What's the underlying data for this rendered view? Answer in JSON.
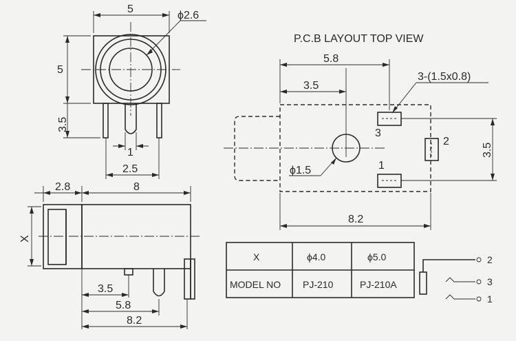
{
  "colors": {
    "ink": "#2a2a2a",
    "paper": "#f3f3f1"
  },
  "front_view": {
    "dim_width": "5",
    "dim_height": "5",
    "dim_hole": "ϕ2.6",
    "dim_pin_length": "3.5",
    "dim_pin_width": "1",
    "dim_pin_pitch": "2.5"
  },
  "side_view": {
    "dim_head": "2.8",
    "dim_length": "8",
    "dim_x": "X",
    "dim_pin1": "3.5",
    "dim_pin2": "5.8",
    "dim_pin3": "8.2"
  },
  "pcb_layout": {
    "title": "P.C.B LAYOUT  TOP VIEW",
    "dim_width": "5.8",
    "dim_hole_offset": "3.5",
    "dim_pads": "3-(1.5x0.8)",
    "dim_height": "3.5",
    "dim_hole": "ϕ1.5",
    "dim_length": "8.2",
    "pad_3": "3",
    "pad_2": "2",
    "pad_1": "1"
  },
  "table": {
    "headers": [
      "X",
      "ϕ4.0",
      "ϕ5.0"
    ],
    "row": [
      "MODEL NO",
      "PJ-210",
      "PJ-210A"
    ]
  },
  "schematic": {
    "pin_2": "2",
    "pin_3": "3",
    "pin_1": "1"
  }
}
